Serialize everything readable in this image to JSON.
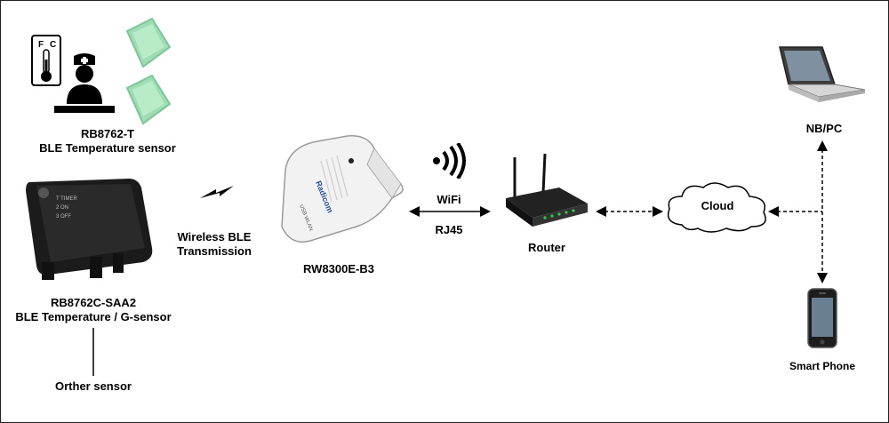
{
  "labels": {
    "sensor_t_model": "RB8762-T",
    "sensor_t_desc": "BLE Temperature sensor",
    "sensor_c_model": "RB8762C-SAA2",
    "sensor_c_desc": "BLE Temperature / G-sensor",
    "other_sensor": "Orther sensor",
    "wireless_line1": "Wireless BLE",
    "wireless_line2": "Transmission",
    "gateway": "RW8300E-B3",
    "gateway_brand": "Radicom",
    "gateway_sub": "USB WLAN",
    "wifi": "WiFi",
    "rj45": "RJ45",
    "router": "Router",
    "cloud": "Cloud",
    "nbpc": "NB/PC",
    "smartphone": "Smart Phone",
    "thermo_f": "F",
    "thermo_c": "C",
    "sensor_switch_1": "T TIMER",
    "sensor_switch_2": "2 ON",
    "sensor_switch_3": "3 OFF"
  },
  "colors": {
    "sensor_green": "#9fdcb4",
    "router_led": "#2ecc40",
    "device_body": "#f2f2f2",
    "sensor_black": "#1b1b1b"
  },
  "icons": [
    "thermometer-icon",
    "nurse-icon",
    "lightning-icon",
    "wifi-signal-icon",
    "cloud-icon",
    "laptop-icon",
    "smartphone-icon",
    "router-icon"
  ]
}
